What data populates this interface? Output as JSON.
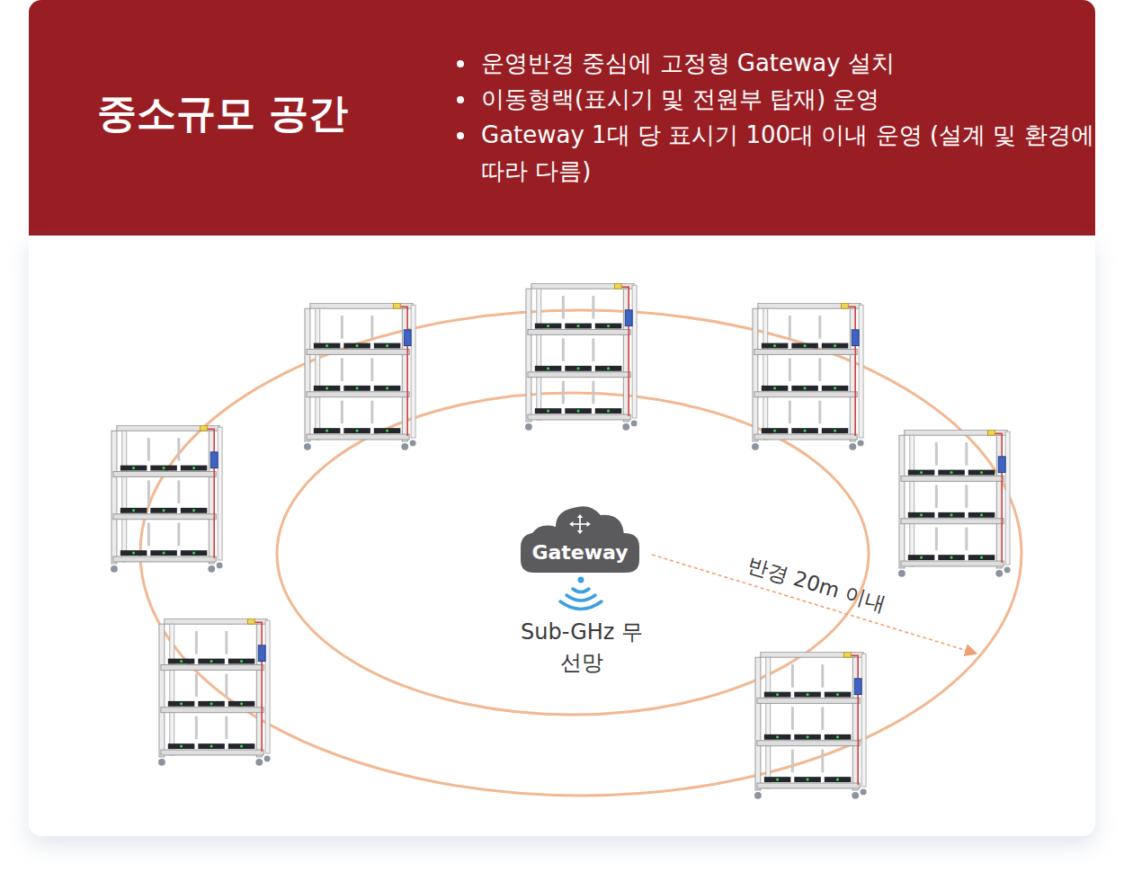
{
  "diagram": {
    "title": "중소규모 공간",
    "nodes": [
      {
        "text": [
          "Gateway"
        ]
      }
    ],
    "labels": [
      "운영반경 중심에 고정형 Gateway 설치",
      "이동형랙(표시기 및 전원부 탑재) 운영",
      "Gateway 1대 당 표시기 100대 이내 운영 (설계 및 환경에 따라 다름)",
      "Sub-GHz 무선망",
      "반경 20m 이내"
    ]
  }
}
